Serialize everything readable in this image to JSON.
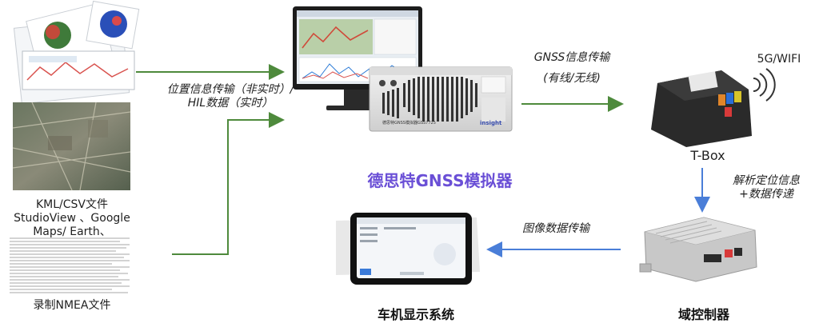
{
  "labels": {
    "kml_line1": "KML/CSV文件",
    "kml_line2": "StudioView 、Google",
    "kml_line3": "Maps/ Earth、",
    "nmea": "录制NMEA文件",
    "pos_line1": "位置信息传输（非实时）/",
    "pos_line2": "HIL数据（实时）",
    "gnss_trans": "GNSS信息传输",
    "wired": "(有线/无线)",
    "tbox": "T-Box",
    "net": "5G/WIFI",
    "parse_line1": "解析定位信息",
    "parse_line2": "+数据传递",
    "image_trans": "图像数据传输",
    "domain": "域控制器",
    "headunit": "车机显示系统",
    "simulator": "德思特GNSS模拟器",
    "device_brand": "insight",
    "device_label": "德思特GNSS模拟器GSS7725"
  },
  "colors": {
    "arrow_green": "#4e8a3c",
    "arrow_blue": "#4a7ed8",
    "title_purple": "#6a4fd6"
  }
}
